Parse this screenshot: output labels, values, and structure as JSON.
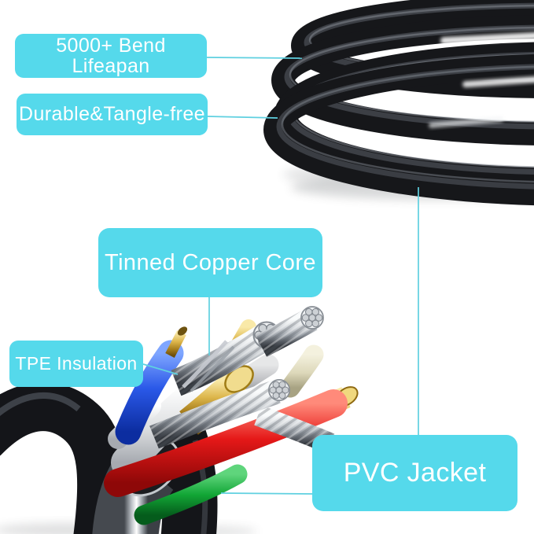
{
  "image": {
    "description": "Annotated product photo of a black cable: coiled cable top-right, cutaway cross-section bottom-left, five cyan feature callouts with leader lines",
    "background": "#ffffff"
  },
  "colors": {
    "label_bg": "#55d9eb",
    "label_text": "#ffffff",
    "leader_line": "#5fd0e0",
    "cable_jacket": "#141519",
    "tinned_copper": "#cdd1d5",
    "gold_strands": "#dcb54a",
    "blue_wire": "#2a58e8",
    "red_wire": "#e51818",
    "green_wire": "#12a636",
    "white_tpe": "#e8e9eb"
  },
  "labels": {
    "bend_lifespan": "5000+ Bend Lifeapan",
    "durable": "Durable&Tangle-free",
    "tinned_copper": "Tinned Copper Core",
    "tpe_insulation": "TPE Insulation",
    "pvc_jacket": "PVC Jacket"
  }
}
